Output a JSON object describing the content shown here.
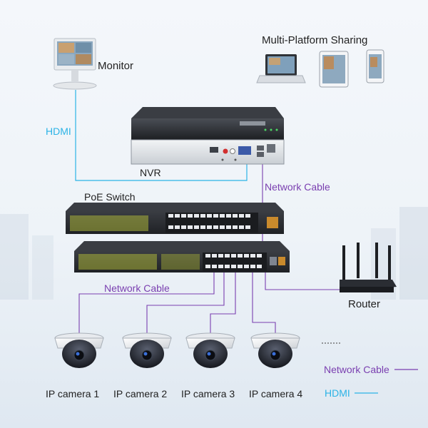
{
  "labels": {
    "monitor": "Monitor",
    "multi_platform": "Multi-Platform Sharing",
    "hdmi": "HDMI",
    "nvr": "NVR",
    "poe_switch": "PoE Switch",
    "network_cable_top": "Network Cable",
    "network_cable_left": "Network Cable",
    "router": "Router",
    "camera_1": "IP camera 1",
    "camera_2": "IP camera 2",
    "camera_3": "IP camera 3",
    "camera_4": "IP camera 4",
    "legend_network": "Network Cable",
    "legend_hdmi": "HDMI"
  },
  "colors": {
    "hdmi": "#2bb3e6",
    "network": "#7a3fb0",
    "device_dark": "#2a2d33",
    "switch_panel": "#a9b23a"
  },
  "icons": [
    "monitor-icon",
    "laptop-icon",
    "tablet-icon",
    "phone-icon",
    "nvr-icon",
    "poe-switch-icon",
    "router-icon",
    "dome-camera-icon"
  ]
}
